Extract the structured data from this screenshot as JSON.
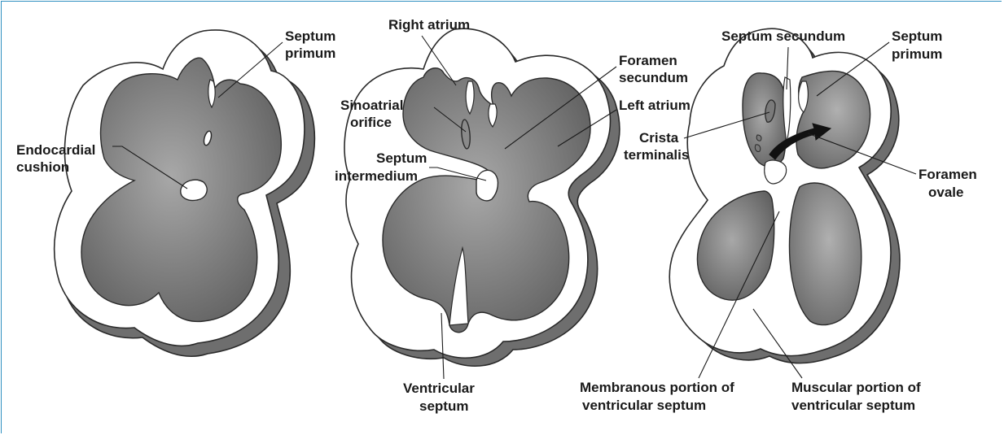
{
  "panels": [
    {
      "id": "panel-1",
      "labels": {
        "septum_primum": [
          "Septum",
          "primum"
        ],
        "endocardial_cushion": [
          "Endocardial",
          "cushion"
        ]
      }
    },
    {
      "id": "panel-2",
      "labels": {
        "right_atrium": [
          "Right atrium"
        ],
        "sinoatrial_orifice": [
          "Sinoatrial",
          "orifice"
        ],
        "septum_intermedium": [
          "Septum",
          "intermedium"
        ],
        "foramen_secundum": [
          "Foramen",
          "secundum"
        ],
        "left_atrium": [
          "Left atrium"
        ],
        "ventricular_septum": [
          "Ventricular",
          "septum"
        ]
      }
    },
    {
      "id": "panel-3",
      "labels": {
        "septum_secundum": [
          "Septum secundum"
        ],
        "septum_primum": [
          "Septum",
          "primum"
        ],
        "crista_terminalis": [
          "Crista",
          "terminalis"
        ],
        "foramen_ovale": [
          "Foramen",
          "ovale"
        ],
        "membranous_portion": [
          "Membranous portion of",
          "ventricular septum"
        ],
        "muscular_portion": [
          "Muscular portion of",
          "ventricular septum"
        ]
      }
    }
  ],
  "colors": {
    "frame": "#2f8fc0",
    "lumen_dark": "#5f5f5f",
    "lumen_light": "#a8a8a8",
    "wall": "#ffffff",
    "shadow": "#6e6e6e"
  }
}
